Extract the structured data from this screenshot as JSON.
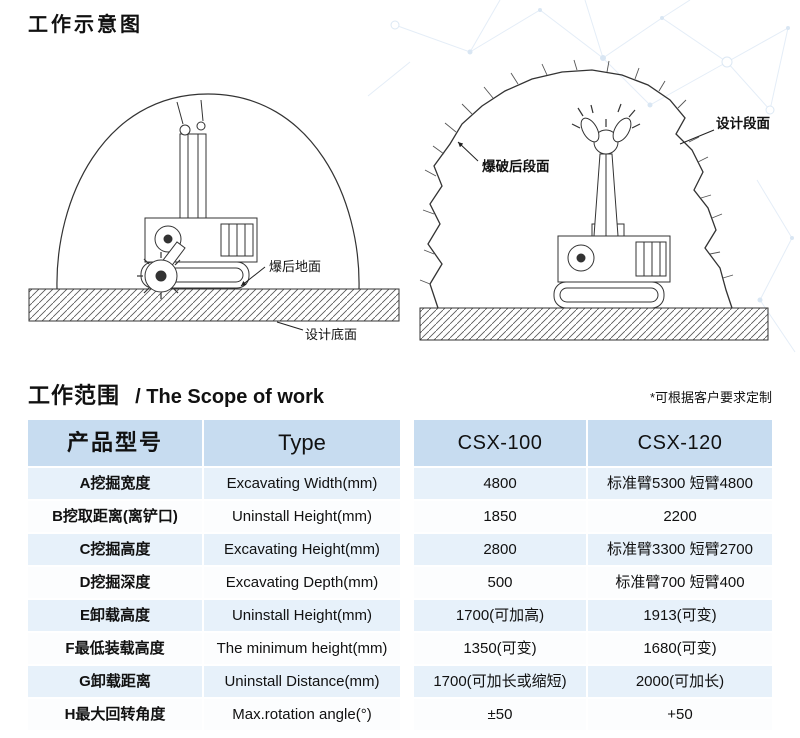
{
  "colors": {
    "table_header_bg": "#c7dcf0",
    "table_row_alt_bg": "#e7f1fa",
    "line_art": "#333333",
    "background_pattern": "#e4edf7"
  },
  "page": {
    "title": "工作示意图",
    "section_title_zh": "工作范围",
    "section_title_en": "/ The Scope of work",
    "customization_note": "*可根据客户要求定制"
  },
  "diagrams": {
    "left": {
      "label_blasted_ground": "爆后地面",
      "label_design_bottom": "设计底面"
    },
    "right": {
      "label_blasted_face": "爆破后段面",
      "label_design_face": "设计段面"
    }
  },
  "table": {
    "headers": [
      "产品型号",
      "Type",
      "CSX-100",
      "CSX-120"
    ],
    "rows": [
      {
        "model": "A挖掘宽度",
        "type": "Excavating Width(mm)",
        "csx100": "4800",
        "csx120": "标准臂5300 短臂4800"
      },
      {
        "model": "B挖取距离(离铲口)",
        "type": "Uninstall Height(mm)",
        "csx100": "1850",
        "csx120": "2200"
      },
      {
        "model": "C挖掘高度",
        "type": "Excavating Height(mm)",
        "csx100": "2800",
        "csx120": "标准臂3300 短臂2700"
      },
      {
        "model": "D挖掘深度",
        "type": "Excavating Depth(mm)",
        "csx100": "500",
        "csx120": "标准臂700 短臂400"
      },
      {
        "model": "E卸载高度",
        "type": "Uninstall Height(mm)",
        "csx100": "1700(可加高)",
        "csx120": "1913(可变)"
      },
      {
        "model": "F最低装载高度",
        "type": "The minimum height(mm)",
        "csx100": "1350(可变)",
        "csx120": "1680(可变)"
      },
      {
        "model": "G卸载距离",
        "type": "Uninstall Distance(mm)",
        "csx100": "1700(可加长或缩短)",
        "csx120": "2000(可加长)"
      },
      {
        "model": "H最大回转角度",
        "type": "Max.rotation angle(°)",
        "csx100": "±50",
        "csx120": "+50"
      }
    ]
  }
}
